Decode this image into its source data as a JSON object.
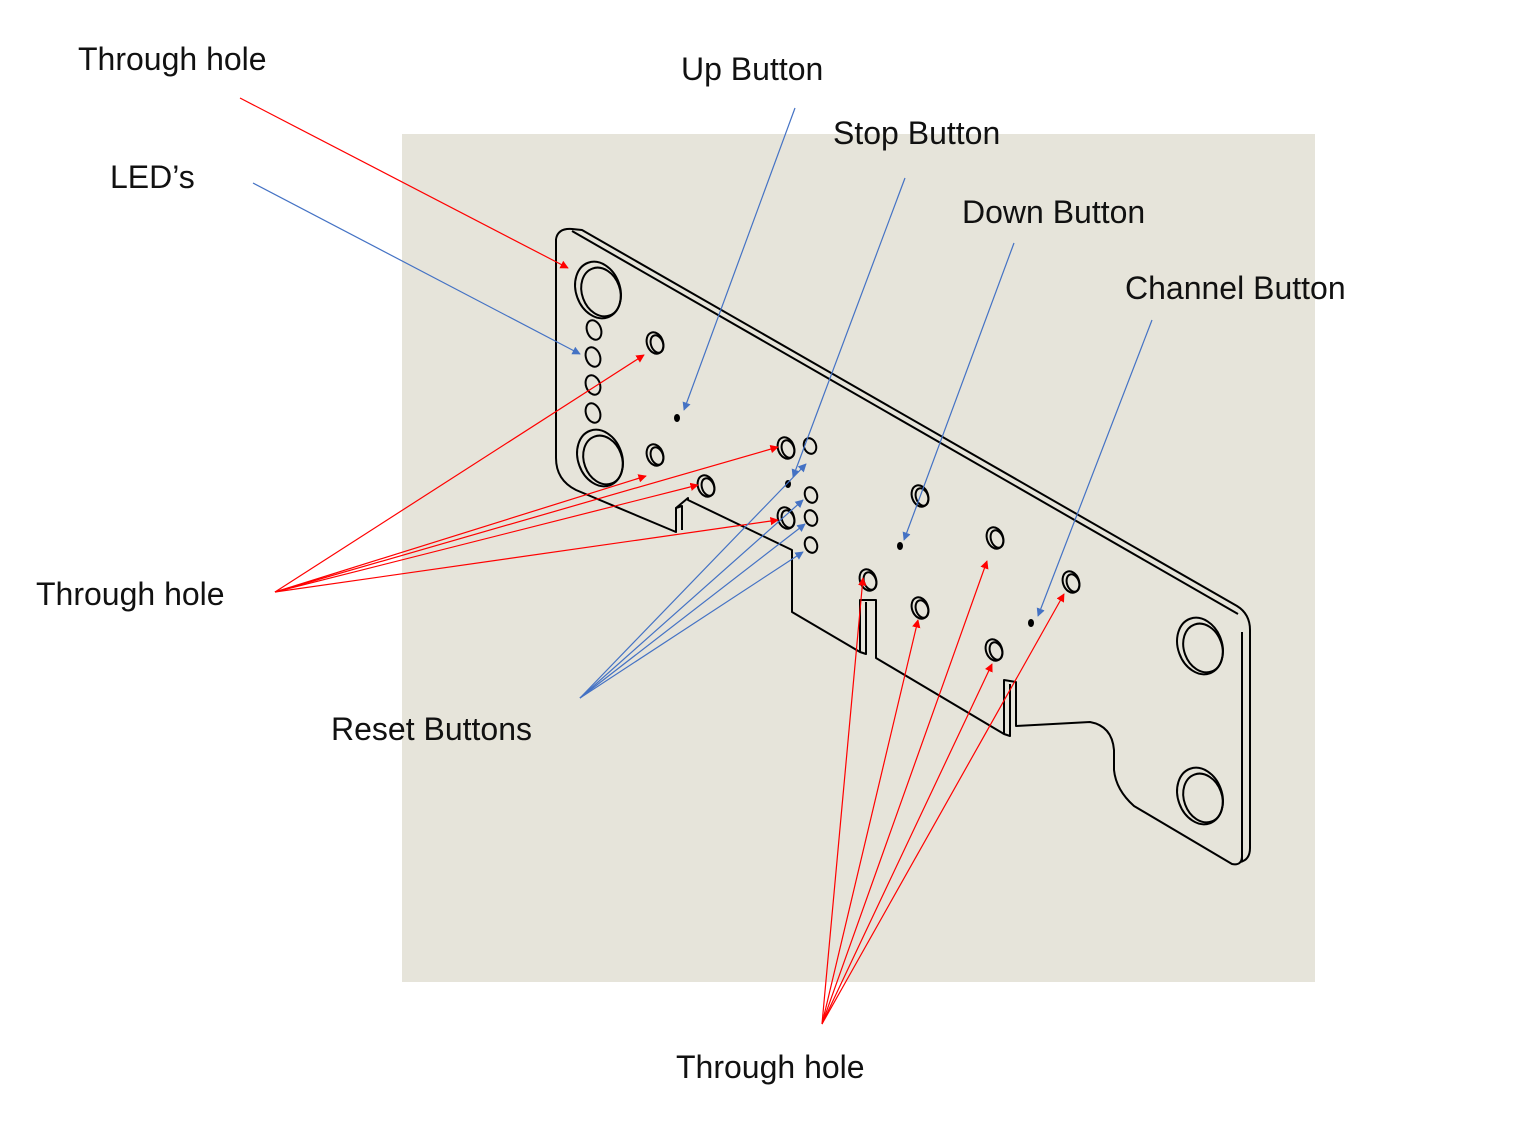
{
  "labels": {
    "through_hole_top_left": "Through hole",
    "leds": "LED’s",
    "up_button": "Up Button",
    "stop_button": "Stop Button",
    "down_button": "Down Button",
    "channel_button": "Channel Button",
    "through_hole_left": "Through hole",
    "reset_buttons": "Reset Buttons",
    "through_hole_bottom": "Through hole"
  },
  "colors": {
    "panel_background": "#e6e4da",
    "part_outline": "#000000",
    "through_hole_arrow": "#ff0000",
    "component_arrow": "#4472c4",
    "label_text": "#111111"
  }
}
